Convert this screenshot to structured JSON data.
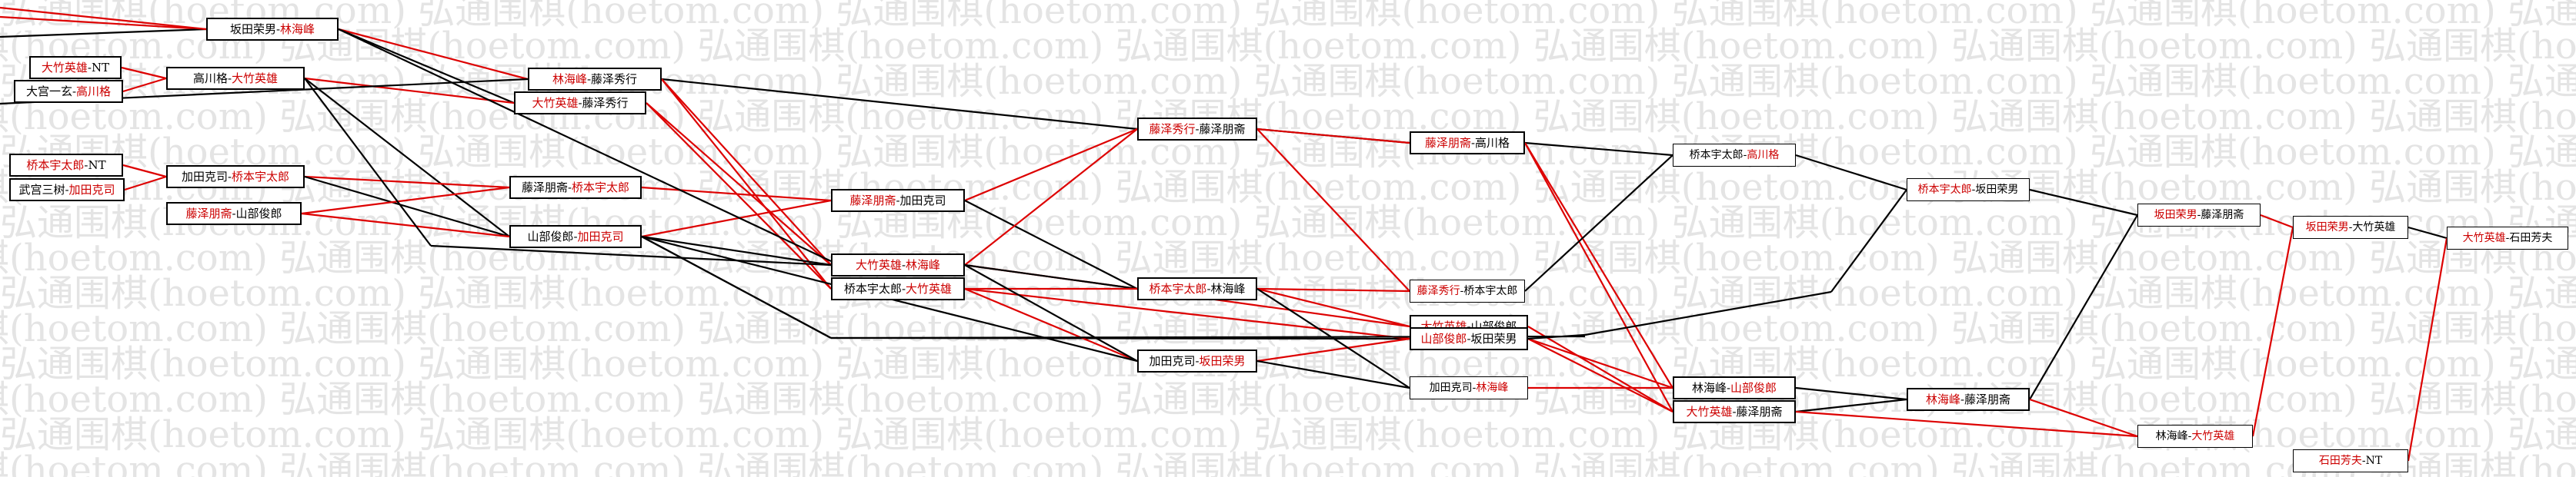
{
  "watermark": "弘通围棋(hoetom.com)",
  "colors": {
    "winner": "#cc0000",
    "line_black": "#000000",
    "line_red": "#dd0000",
    "watermark": "#e4e4e4"
  },
  "nodes": [
    {
      "id": "r1_1",
      "left": {
        "text": "大竹英雄",
        "win": true
      },
      "right": {
        "text": "NT",
        "win": false
      }
    },
    {
      "id": "r1_2",
      "left": {
        "text": "大宫一玄",
        "win": false
      },
      "right": {
        "text": "高川格",
        "win": true
      }
    },
    {
      "id": "r1_3",
      "left": {
        "text": "桥本宇太郎",
        "win": true
      },
      "right": {
        "text": "NT",
        "win": false
      }
    },
    {
      "id": "r1_4",
      "left": {
        "text": "武宫三树",
        "win": false
      },
      "right": {
        "text": "加田克司",
        "win": true
      }
    },
    {
      "id": "r2_1",
      "left": {
        "text": "坂田荣男",
        "win": false
      },
      "right": {
        "text": "林海峰",
        "win": true
      }
    },
    {
      "id": "r2_2",
      "left": {
        "text": "高川格",
        "win": false
      },
      "right": {
        "text": "大竹英雄",
        "win": true
      }
    },
    {
      "id": "r2_3",
      "left": {
        "text": "加田克司",
        "win": false
      },
      "right": {
        "text": "桥本宇太郎",
        "win": true
      }
    },
    {
      "id": "r2_4",
      "left": {
        "text": "藤泽朋斋",
        "win": true
      },
      "right": {
        "text": "山部俊郎",
        "win": false
      }
    },
    {
      "id": "r3_1",
      "left": {
        "text": "林海峰",
        "win": true
      },
      "right": {
        "text": "藤泽秀行",
        "win": false
      }
    },
    {
      "id": "r3_2",
      "left": {
        "text": "大竹英雄",
        "win": true
      },
      "right": {
        "text": "藤泽秀行",
        "win": false
      }
    },
    {
      "id": "r3_3",
      "left": {
        "text": "藤泽朋斋",
        "win": false
      },
      "right": {
        "text": "桥本宇太郎",
        "win": true
      }
    },
    {
      "id": "r3_4",
      "left": {
        "text": "山部俊郎",
        "win": false
      },
      "right": {
        "text": "加田克司",
        "win": true
      }
    },
    {
      "id": "r4_1",
      "left": {
        "text": "藤泽朋斋",
        "win": true
      },
      "right": {
        "text": "加田克司",
        "win": false
      }
    },
    {
      "id": "r4_2",
      "left": {
        "text": "大竹英雄",
        "win": true
      },
      "right": {
        "text": "林海峰",
        "win": true
      }
    },
    {
      "id": "r4_3",
      "left": {
        "text": "桥本宇太郎",
        "win": false
      },
      "right": {
        "text": "大竹英雄",
        "win": true
      }
    },
    {
      "id": "r5_1",
      "left": {
        "text": "藤泽秀行",
        "win": true
      },
      "right": {
        "text": "藤泽朋斋",
        "win": false
      }
    },
    {
      "id": "r5_2",
      "left": {
        "text": "桥本宇太郎",
        "win": true
      },
      "right": {
        "text": "林海峰",
        "win": false
      }
    },
    {
      "id": "r5_3",
      "left": {
        "text": "加田克司",
        "win": false
      },
      "right": {
        "text": "坂田荣男",
        "win": true
      }
    },
    {
      "id": "r6_1",
      "left": {
        "text": "藤泽朋斋",
        "win": true
      },
      "right": {
        "text": "高川格",
        "win": false
      }
    },
    {
      "id": "r6_2",
      "left": {
        "text": "藤泽秀行",
        "win": true
      },
      "right": {
        "text": "桥本宇太郎",
        "win": false
      }
    },
    {
      "id": "r6_3",
      "left": {
        "text": "大竹英雄",
        "win": true
      },
      "right": {
        "text": "山部俊郎",
        "win": false
      }
    },
    {
      "id": "r6_4",
      "left": {
        "text": "山部俊郎",
        "win": true
      },
      "right": {
        "text": "坂田荣男",
        "win": false
      }
    },
    {
      "id": "r6_5",
      "left": {
        "text": "加田克司",
        "win": false
      },
      "right": {
        "text": "林海峰",
        "win": true
      }
    },
    {
      "id": "r7_1",
      "left": {
        "text": "桥本宇太郎",
        "win": false
      },
      "right": {
        "text": "高川格",
        "win": true
      }
    },
    {
      "id": "r7_2",
      "left": {
        "text": "林海峰",
        "win": false
      },
      "right": {
        "text": "山部俊郎",
        "win": true
      }
    },
    {
      "id": "r7_3",
      "left": {
        "text": "大竹英雄",
        "win": true
      },
      "right": {
        "text": "藤泽朋斋",
        "win": false
      }
    },
    {
      "id": "r8_1",
      "left": {
        "text": "桥本宇太郎",
        "win": true
      },
      "right": {
        "text": "坂田荣男",
        "win": false
      }
    },
    {
      "id": "r8_2",
      "left": {
        "text": "林海峰",
        "win": true
      },
      "right": {
        "text": "藤泽朋斋",
        "win": false
      }
    },
    {
      "id": "r9_1",
      "left": {
        "text": "坂田荣男",
        "win": true
      },
      "right": {
        "text": "藤泽朋斋",
        "win": false
      }
    },
    {
      "id": "r9_2",
      "left": {
        "text": "林海峰",
        "win": false
      },
      "right": {
        "text": "大竹英雄",
        "win": true
      }
    },
    {
      "id": "r10_1",
      "left": {
        "text": "坂田荣男",
        "win": true
      },
      "right": {
        "text": "大竹英雄",
        "win": false
      }
    },
    {
      "id": "r10_2",
      "left": {
        "text": "石田芳夫",
        "win": true
      },
      "right": {
        "text": "NT",
        "win": false
      }
    },
    {
      "id": "r11_1",
      "left": {
        "text": "大竹英雄",
        "win": true
      },
      "right": {
        "text": "石田芳夫",
        "win": false
      }
    }
  ]
}
